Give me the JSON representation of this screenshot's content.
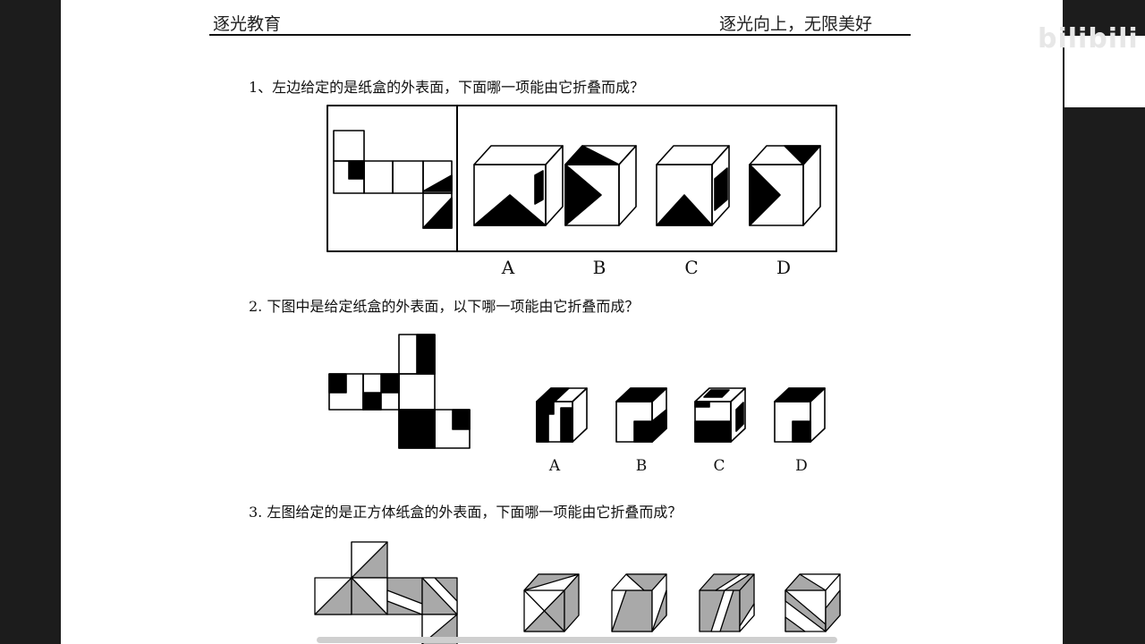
{
  "header": {
    "left": "逐光教育",
    "right": "逐光向上，无限美好"
  },
  "watermark": "bilibili",
  "questions": [
    {
      "text": "1、左边给定的是纸盒的外表面，下面哪一项能由它折叠而成？"
    },
    {
      "text": "2. 下图中是给定纸盒的外表面，以下哪一项能由它折叠而成？"
    },
    {
      "text": "3. 左图给定的是正方体纸盒的外表面，下面哪一项能由它折叠而成？"
    }
  ],
  "options": [
    "A",
    "B",
    "C",
    "D"
  ],
  "colors": {
    "ink": "#000000",
    "shade": "#a9a9a9",
    "page": "#ffffff",
    "backdrop": "#1c1c1c"
  }
}
